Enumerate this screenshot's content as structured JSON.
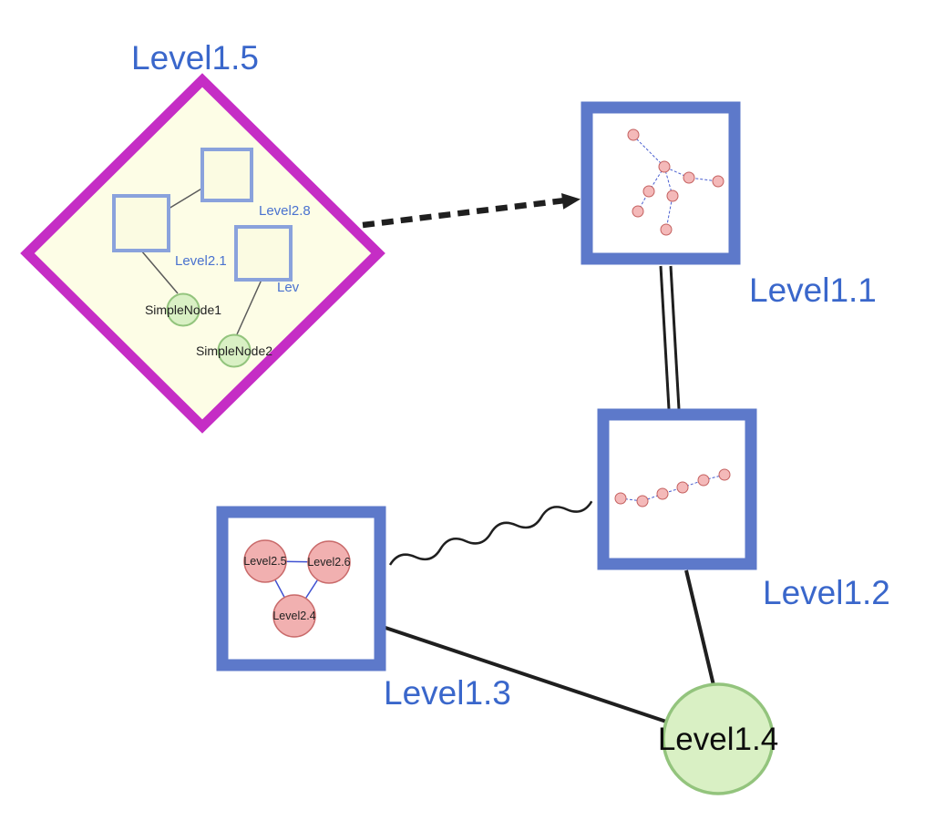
{
  "labels": {
    "level15": "Level1.5",
    "level11": "Level1.1",
    "level12": "Level1.2",
    "level13": "Level1.3",
    "level14": "Level1.4"
  },
  "level15_inner": {
    "level28": "Level2.8",
    "level21": "Level2.1",
    "lev_truncated": "Lev",
    "simple1": "SimpleNode1",
    "simple2": "SimpleNode2"
  },
  "level13_inner": {
    "level25": "Level2.5",
    "level26": "Level2.6",
    "level24": "Level2.4"
  },
  "palette": {
    "label_blue": "#3a67cb",
    "group_border_blue": "#5d79ca",
    "diamond_stroke_magenta": "#c52dc5",
    "diamond_fill_yellow": "#fdfde6",
    "inner_square_stroke": "#8aa2dc",
    "inner_square_fill": "#fbfbe2",
    "green_node_fill": "#d9f0c4",
    "green_node_stroke": "#93c47d",
    "pink_node_fill": "#f1b0b0",
    "pink_node_stroke": "#c96a6a",
    "edge_black": "#1f1f1f",
    "mini_edge_blue": "#4a5fd0",
    "background": "#ffffff"
  }
}
